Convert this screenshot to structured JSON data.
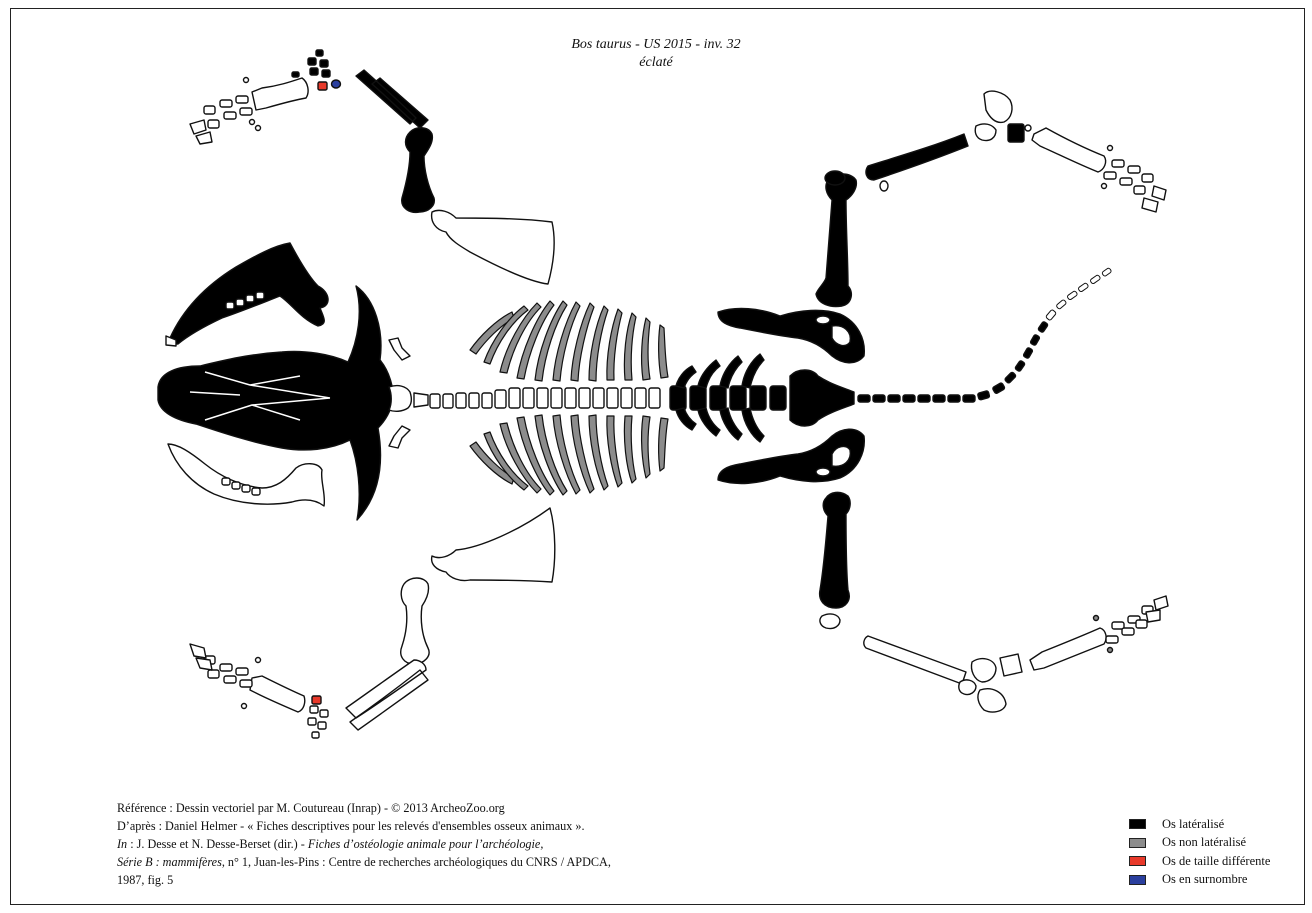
{
  "title": {
    "line1": "Bos taurus - US 2015 - inv. 32",
    "line2": "éclaté"
  },
  "reference": {
    "line1": "Référence : Dessin vectoriel par M. Coutureau (Inrap) - © 2013 ArcheoZoo.org",
    "line2": "D’après : Daniel Helmer - « Fiches descriptives pour les relevés d'ensembles osseux animaux ».",
    "line3_label": "In",
    "line3_plain": " : J. Desse et N. Desse-Berset (dir.) - ",
    "line3_italic": "Fiches d’ostéologie animale pour l’archéologie,",
    "line4_italic": "Série B : mammifères",
    "line4_plain": ", n° 1, Juan-les-Pins : Centre de recherches archéologiques du CNRS / APDCA,",
    "line5": "1987, fig. 5"
  },
  "legend": [
    {
      "label": "Os latéralisé",
      "color": "#000000"
    },
    {
      "label": "Os non latéralisé",
      "color": "#8c8c8c"
    },
    {
      "label": "Os de taille différente",
      "color": "#e8392a"
    },
    {
      "label": "Os en surnombre",
      "color": "#2a3f9e"
    }
  ]
}
